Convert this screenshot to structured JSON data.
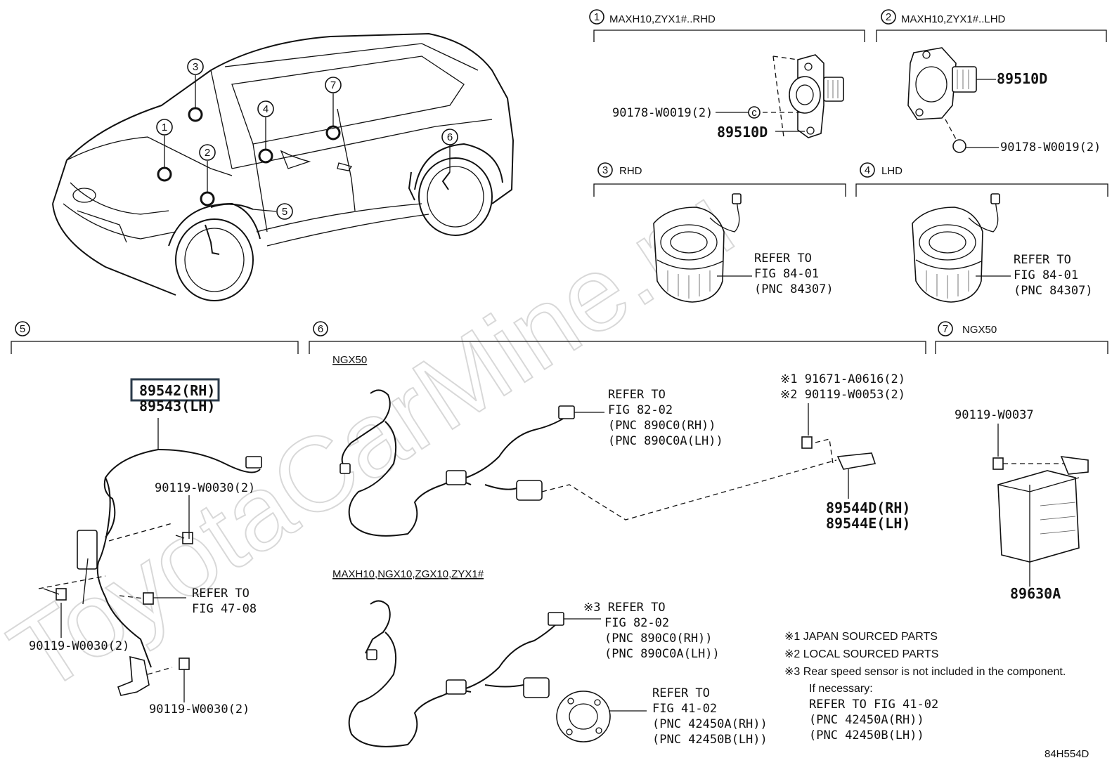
{
  "watermark": "ToyotaCarMine.ru",
  "figure_code": "84H554D",
  "callout_numbers": [
    "1",
    "2",
    "3",
    "4",
    "5",
    "6",
    "7"
  ],
  "sections": {
    "s1": {
      "num": "1",
      "title": "MAXH10,ZYX1#..RHD"
    },
    "s2": {
      "num": "2",
      "title": "MAXH10,ZYX1#..LHD"
    },
    "s3": {
      "num": "3",
      "title": "RHD"
    },
    "s4": {
      "num": "4",
      "title": "LHD"
    },
    "s5": {
      "num": "5",
      "title": ""
    },
    "s6": {
      "num": "6",
      "title": ""
    },
    "s7": {
      "num": "7",
      "title": "NGX50"
    }
  },
  "sec1": {
    "bolt": "90178-W0019(2)",
    "part": "89510D"
  },
  "sec2": {
    "bolt": "90178-W0019(2)",
    "part": "89510D"
  },
  "sec3": {
    "refer": [
      "REFER TO",
      "FIG 84-01",
      "(PNC 84307)"
    ]
  },
  "sec4": {
    "refer": [
      "REFER TO",
      "FIG 84-01",
      "(PNC 84307)"
    ]
  },
  "sec5": {
    "part_rh": "89542(RH)",
    "part_lh": "89543(LH)",
    "bolt_a": "90119-W0030(2)",
    "bolt_b": "90119-W0030(2)",
    "bolt_c": "90119-W0030(2)",
    "refer": [
      "REFER TO",
      "FIG 47-08"
    ]
  },
  "sec6": {
    "sub_top": "NGX50",
    "sub_bottom": "MAXH10,NGX10,ZGX10,ZYX1#",
    "refer_top": [
      "REFER TO",
      "FIG 82-02",
      "(PNC 890C0(RH))",
      "(PNC 890C0A(LH))"
    ],
    "fastener_1": "※1 91671-A0616(2)",
    "fastener_2": "※2 90119-W0053(2)",
    "sensor_rh": "89544D(RH)",
    "sensor_lh": "89544E(LH)",
    "refer_bottom": [
      "※3 REFER TO",
      "FIG 82-02",
      "(PNC 890C0(RH))",
      "(PNC 890C0A(LH))"
    ],
    "refer_hub": [
      "REFER TO",
      "FIG 41-02",
      "(PNC 42450A(RH))",
      "(PNC 42450B(LH))"
    ]
  },
  "sec7": {
    "bolt": "90119-W0037",
    "part": "89630A"
  },
  "notes": {
    "n1": "※1  JAPAN SOURCED PARTS",
    "n2": "※2  LOCAL SOURCED PARTS",
    "n3": "※3  Rear speed sensor is not included in the component.",
    "n4": "If necessary:",
    "n5": "REFER TO FIG 41-02",
    "n6": "(PNC 42450A(RH))",
    "n7": "(PNC 42450B(LH))"
  }
}
